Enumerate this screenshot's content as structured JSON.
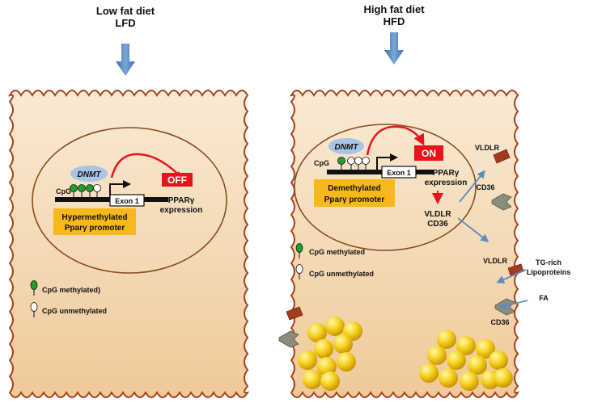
{
  "left_panel": {
    "title_line1": "Low  fat diet",
    "title_line2": "LFD",
    "dnmt": "DNMT",
    "switch_state": "OFF",
    "cpg_label": "CpG",
    "exon_label": "Exon 1",
    "ppar_label": "PPARγ",
    "expression_label": "expression",
    "promoter_line1": "Hypermethylated",
    "promoter_line2": "Pparγ promoter",
    "legend_methylated": "CpG methylated)",
    "legend_unmethylated": "CpG unmethylated"
  },
  "right_panel": {
    "title_line1": "High fat diet",
    "title_line2": "HFD",
    "dnmt": "DNMT",
    "switch_state": "ON",
    "cpg_label": "CpG",
    "exon_label": "Exon 1",
    "ppar_label": "PPARγ",
    "expression_label": "expression",
    "promoter_line1": "Demethylated",
    "promoter_line2": "Pparγ promoter",
    "vldlr_cd36_line1": "VLDLR",
    "vldlr_cd36_line2": "CD36",
    "vldlr_top": "VLDLR",
    "cd36_top": "CD36",
    "vldlr_bottom": "VLDLR",
    "cd36_bottom": "CD36",
    "tg_line1": "TG-rich",
    "tg_line2": "Lipoproteins",
    "fa": "FA",
    "legend_methylated": "CpG methylated",
    "legend_unmethylated": "CpG unmethylated"
  },
  "colors": {
    "cell_fill": "#f3d9b5",
    "cell_border": "#a8431a",
    "arrow_blue": "#5b8cc6",
    "off_red": "#e8141b",
    "promoter_yellow": "#f7b81a",
    "dnmt_blue": "#a9c4e4",
    "methyl_green": "#1fa02e",
    "receptor_red": "#a33c1e",
    "receptor_gray": "#8a8d7c",
    "lipid_yellow": "#f5c71a"
  }
}
